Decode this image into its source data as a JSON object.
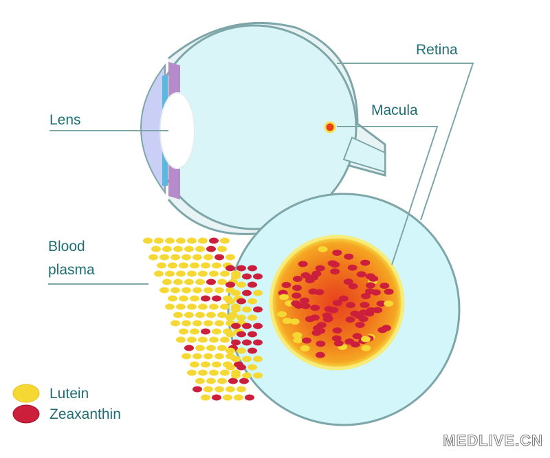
{
  "labels": {
    "retina": "Retina",
    "macula": "Macula",
    "lens": "Lens",
    "blood_plasma_line1": "Blood",
    "blood_plasma_line2": "plasma"
  },
  "legend": [
    {
      "label": "Lutein",
      "color": "#f5d833"
    },
    {
      "label": "Zeaxanthin",
      "color": "#cc1f3c"
    }
  ],
  "watermark": "MEDLIVE.CN",
  "colors": {
    "text": "#1f6e73",
    "eye_fill": "#d9f5f8",
    "outline": "#7ea6a9",
    "macula": "#f08a1c"
  }
}
